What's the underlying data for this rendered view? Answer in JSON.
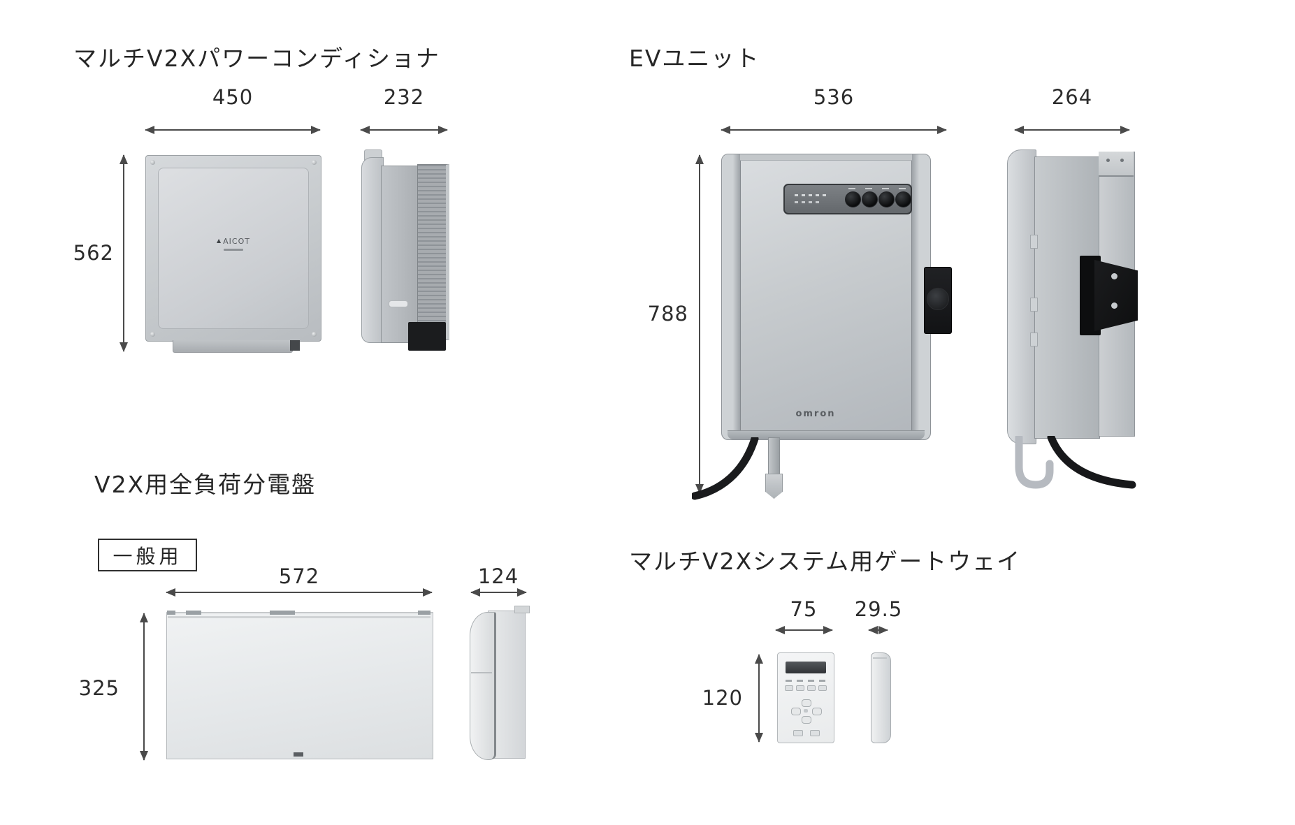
{
  "page": {
    "background": "#ffffff"
  },
  "colors": {
    "text": "#2b2b2b",
    "dimension_line": "#4a4a4a",
    "device_silver": "#c9cdd1",
    "device_dark": "#17181a"
  },
  "sections": {
    "power_conditioner": {
      "title": "マルチV2Xパワーコンディショナ",
      "logo": "AICOT",
      "front": {
        "width": "450",
        "height": "562"
      },
      "side": {
        "depth": "232"
      }
    },
    "ev_unit": {
      "title": "EVユニット",
      "logo": "omron",
      "front": {
        "width": "536",
        "height": "788"
      },
      "side": {
        "depth": "264"
      }
    },
    "distribution_board": {
      "title": "V2X用全負荷分電盤",
      "badge": "一般用",
      "front": {
        "width": "572",
        "height": "325"
      },
      "side": {
        "depth": "124"
      }
    },
    "gateway": {
      "title": "マルチV2Xシステム用ゲートウェイ",
      "front": {
        "width": "75",
        "height": "120"
      },
      "side": {
        "depth": "29.5"
      }
    }
  }
}
